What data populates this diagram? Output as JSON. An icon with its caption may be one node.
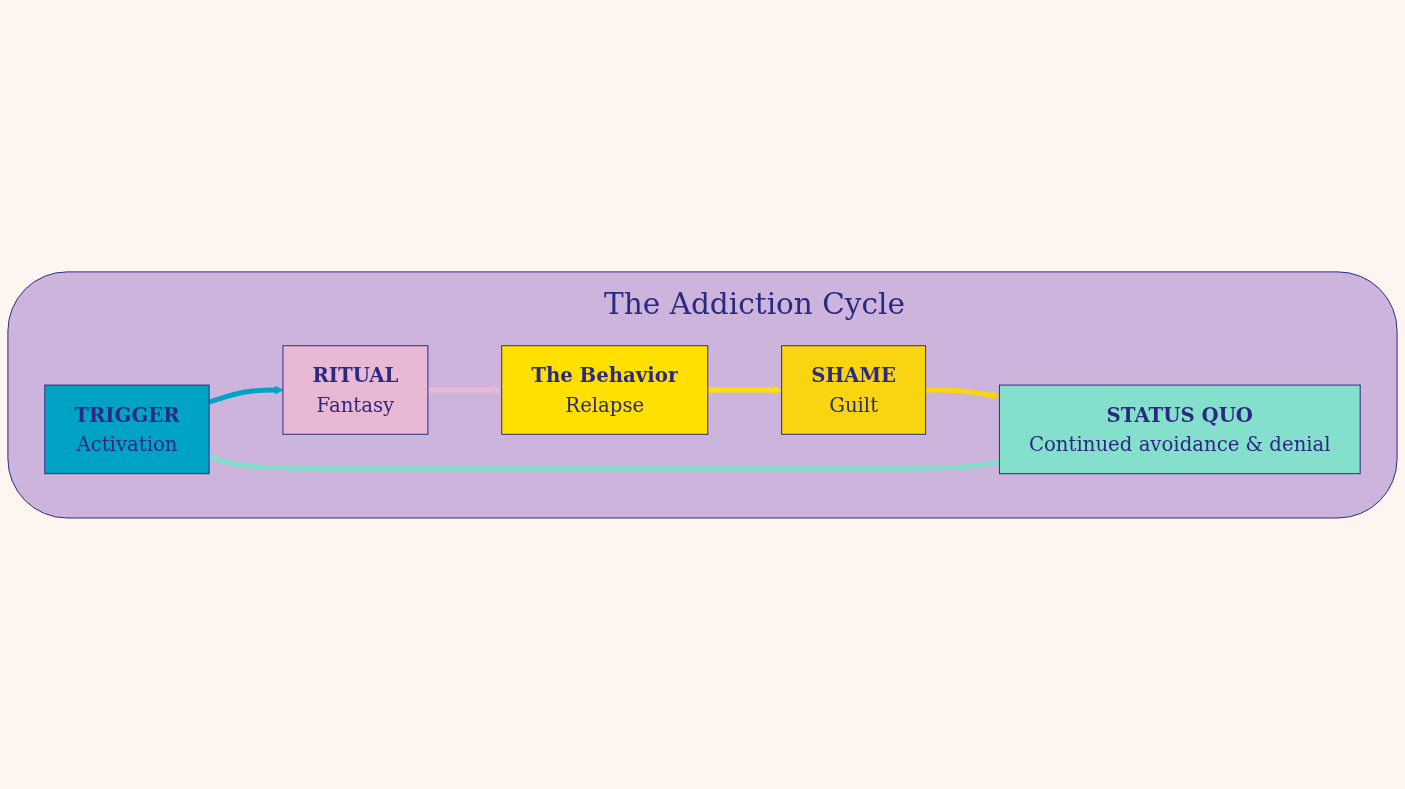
{
  "diagram": {
    "nodes": [
      {
        "text": [
          "The Addiction Cycle"
        ]
      },
      {
        "text": [
          "TRIGGER",
          "Activation"
        ],
        "in": 0
      },
      {
        "text": [
          "RITUAL",
          "Fantasy"
        ],
        "in": 0
      },
      {
        "text": [
          "The Behavior",
          "Relapse"
        ],
        "in": 0
      },
      {
        "text": [
          "SHAME",
          "Guilt"
        ],
        "in": 0
      },
      {
        "text": [
          "STATUS QUO",
          "Continued avoidance & denial"
        ],
        "in": 0
      }
    ],
    "edges": [
      {
        "from": 1,
        "to": 2,
        "arrow": "to",
        "color": "#00a3c4"
      },
      {
        "from": 2,
        "to": 3,
        "arrow": "to",
        "color": "#e8b8d4"
      },
      {
        "from": 3,
        "to": 4,
        "arrow": "to",
        "color": "#ffe000"
      },
      {
        "from": 4,
        "to": 5,
        "arrow": "to",
        "color": "#f8d510"
      },
      {
        "from": 5,
        "to": 1,
        "arrow": "to",
        "color": "#84dfcc"
      }
    ]
  }
}
